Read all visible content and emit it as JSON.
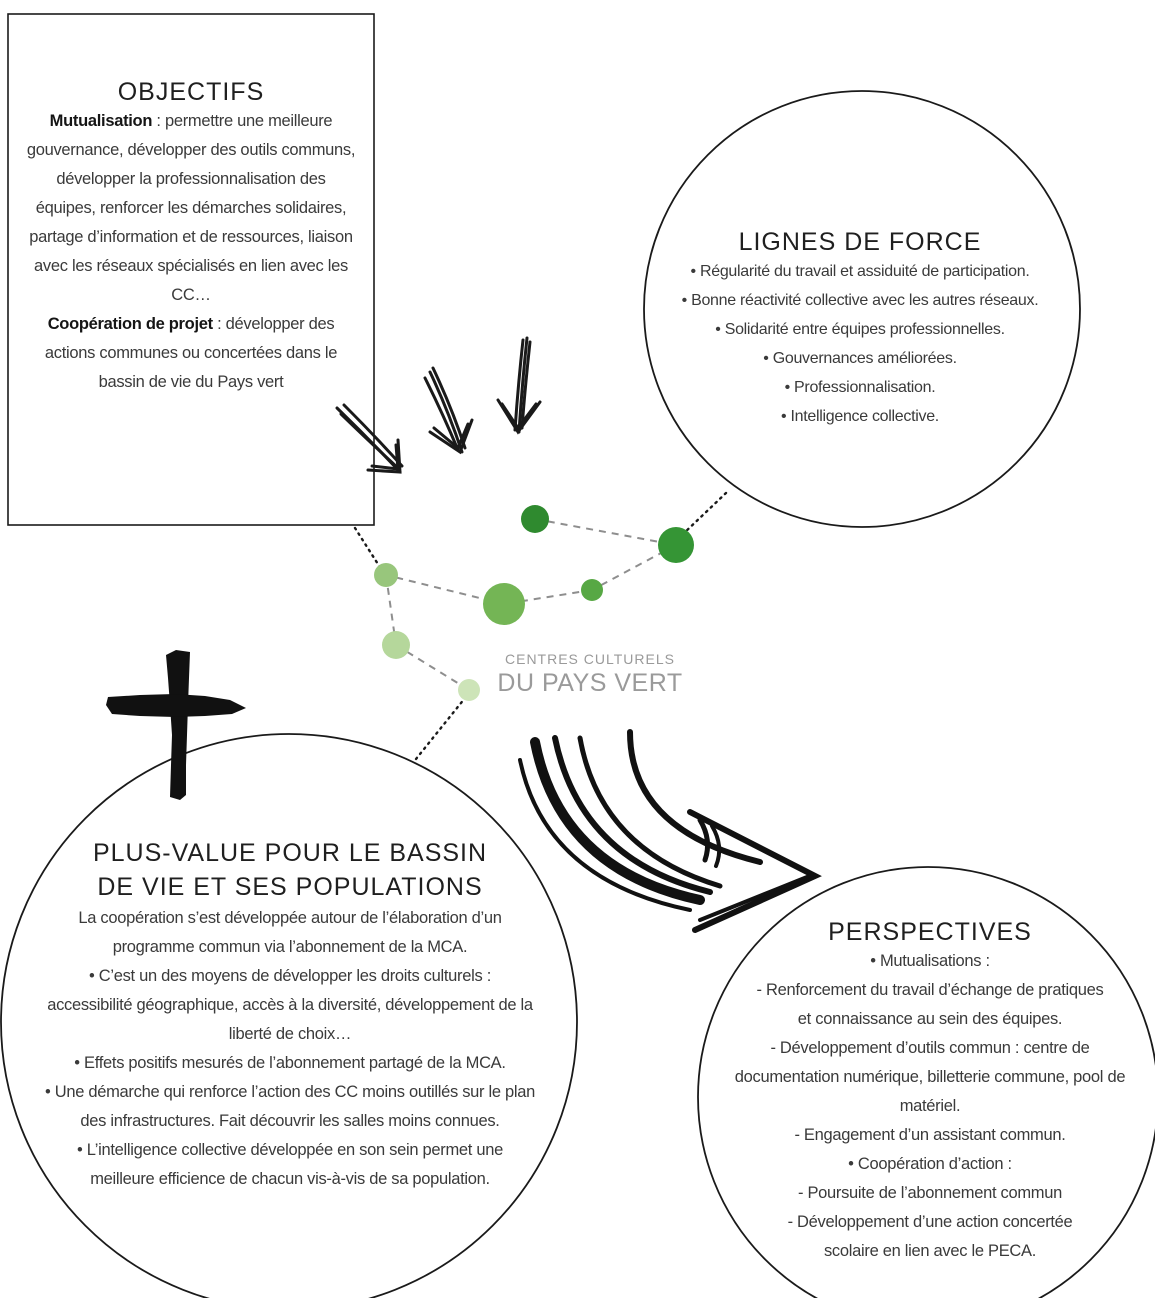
{
  "objectives": {
    "title": "OBJECTIFS",
    "lines": [
      {
        "kw": "Mutualisation",
        "text": " : permettre une meilleure"
      },
      {
        "kw": "",
        "text": "gouvernance, développer des outils communs,"
      },
      {
        "kw": "",
        "text": "développer la professionnalisation des"
      },
      {
        "kw": "",
        "text": "équipes, renforcer les démarches solidaires,"
      },
      {
        "kw": "",
        "text": "partage d’information et de ressources, liaison"
      },
      {
        "kw": "",
        "text": "avec les réseaux spécialisés en lien avec les"
      },
      {
        "kw": "",
        "text": "CC…"
      },
      {
        "kw": "Coopération de projet",
        "text": " : développer des"
      },
      {
        "kw": "",
        "text": "actions communes ou concertées dans le"
      },
      {
        "kw": "",
        "text": "bassin de vie du Pays vert"
      }
    ]
  },
  "forces": {
    "title": "LIGNES DE FORCE",
    "lines": [
      "• Régularité du travail et assiduité de participation.",
      "• Bonne réactivité collective avec les autres réseaux.",
      "• Solidarité entre équipes professionnelles.",
      "• Gouvernances améliorées.",
      "• Professionnalisation.",
      "• Intelligence collective."
    ]
  },
  "centres": {
    "small": "CENTRES CULTURELS",
    "big": "DU PAYS VERT"
  },
  "value": {
    "title_1": "PLUS-VALUE POUR LE BASSIN",
    "title_2": "DE VIE ET SES POPULATIONS",
    "lines": [
      "La coopération s’est développée autour de l’élaboration d’un",
      "programme commun via l’abonnement de la MCA.",
      "• C’est un des moyens de développer les droits culturels :",
      "accessibilité géographique, accès à la diversité, développement de la",
      "liberté de choix…",
      "• Effets positifs mesurés de l’abonnement partagé de la MCA.",
      "• Une démarche qui renforce l’action des CC moins outillés sur le plan",
      "des infrastructures. Fait découvrir les salles moins connues.",
      "• L’intelligence collective développée en son sein permet une",
      "meilleure efficience de chacun vis-à-vis de sa population."
    ]
  },
  "perspectives": {
    "title": "PERSPECTIVES",
    "lines": [
      "• Mutualisations :",
      "- Renforcement du travail d’échange de pratiques",
      "et connaissance au sein des équipes.",
      "- Développement d’outils commun : centre de",
      "documentation numérique, billetterie commune, pool de",
      "matériel.",
      "- Engagement d’un assistant commun.",
      "• Coopération d’action :",
      "- Poursuite de l’abonnement commun",
      "- Développement d’une action concertée",
      "scolaire en lien avec le PECA."
    ]
  },
  "colors": {
    "dark_green": "#2f8a2f",
    "mid_green": "#5aa83f",
    "light_green": "#a9cf8b",
    "pale_green": "#c7e0b2",
    "text_grey": "#9a9a9a"
  }
}
